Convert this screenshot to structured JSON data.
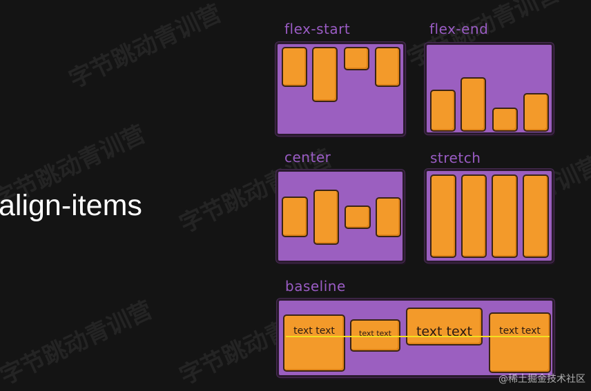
{
  "title": "align-items",
  "panels": {
    "flex_start": "flex-start",
    "flex_end": "flex-end",
    "center": "center",
    "stretch": "stretch",
    "baseline": "baseline"
  },
  "baseline_texts": [
    "text text",
    "text text",
    "text text",
    "text text"
  ],
  "watermark": "字节跳动青训营",
  "credit": "@稀土掘金技术社区",
  "colors": {
    "background": "#141414",
    "panel": "#9b5fc0",
    "item": "#f39a2a",
    "baseline": "#f3e021",
    "label": "#9a5cc4"
  }
}
